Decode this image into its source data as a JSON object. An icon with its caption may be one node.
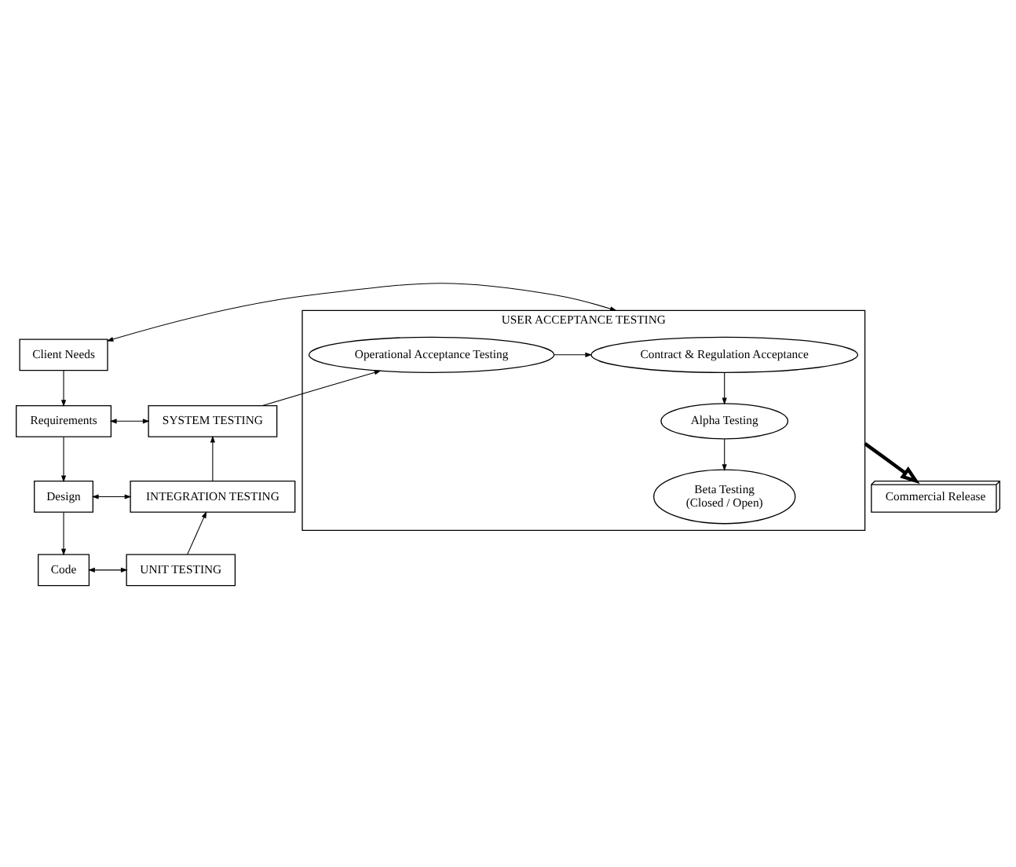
{
  "diagram": {
    "nodes": [
      {
        "text": [
          "Client Needs"
        ]
      },
      {
        "text": [
          "USER ACCEPTANCE TESTING"
        ]
      },
      {
        "text": [
          "Contract & Regulation Acceptance"
        ],
        "in": 1
      },
      {
        "text": [
          "Alpha Testing"
        ],
        "in": 1
      },
      {
        "text": [
          "Operational Acceptance Testing"
        ],
        "in": 1
      },
      {
        "text": [
          "Beta Testing",
          "(Closed / Open)"
        ],
        "in": 1
      },
      {
        "text": [
          "Requirements"
        ]
      },
      {
        "text": [
          "SYSTEM TESTING"
        ]
      },
      {
        "text": [
          "Commercial Release"
        ]
      },
      {
        "text": [
          "Design"
        ]
      },
      {
        "text": [
          "INTEGRATION TESTING"
        ]
      },
      {
        "text": [
          "Code"
        ]
      },
      {
        "text": [
          "UNIT TESTING"
        ]
      }
    ],
    "edges": [
      {
        "from": 0,
        "to": 1,
        "arrow": "both"
      },
      {
        "from": 0,
        "to": 6,
        "arrow": "to"
      },
      {
        "from": 2,
        "to": 3,
        "arrow": "to"
      },
      {
        "from": 3,
        "to": 5,
        "arrow": "to"
      },
      {
        "from": 4,
        "to": 2,
        "arrow": "to"
      },
      {
        "from": 7,
        "to": 4,
        "arrow": "to"
      },
      {
        "from": 1,
        "to": 8,
        "arrow": "to",
        "style": "thick"
      },
      {
        "from": 6,
        "to": 7,
        "arrow": "both"
      },
      {
        "from": 6,
        "to": 9,
        "arrow": "to"
      },
      {
        "from": 9,
        "to": 10,
        "arrow": "both"
      },
      {
        "from": 9,
        "to": 11,
        "arrow": "to"
      },
      {
        "from": 11,
        "to": 12,
        "arrow": "both"
      },
      {
        "from": 12,
        "to": 10,
        "arrow": "to"
      },
      {
        "from": 10,
        "to": 7,
        "arrow": "to"
      }
    ]
  }
}
